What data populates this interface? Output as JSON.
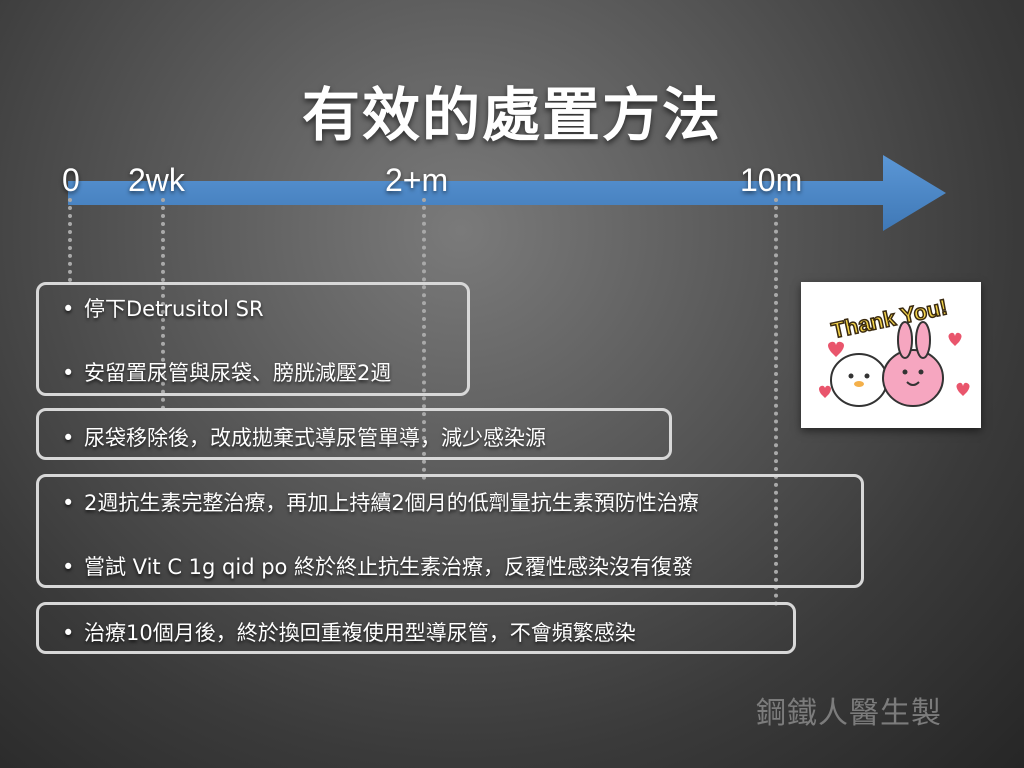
{
  "title": "有效的處置方法",
  "timeline": {
    "ticks": [
      "0",
      "2wk",
      "2+m",
      "10m"
    ],
    "arrow_color": "#4a86c5"
  },
  "boxes": [
    {
      "items": [
        "停下Detrusitol SR",
        "安留置尿管與尿袋、膀胱減壓2週"
      ]
    },
    {
      "items": [
        "尿袋移除後，改成拋棄式導尿管單導，減少感染源"
      ]
    },
    {
      "items": [
        "2週抗生素完整治療，再加上持續2個月的低劑量抗生素預防性治療",
        "嘗試 Vit C 1g qid po 終於終止抗生素治療，反覆性感染沒有復發"
      ]
    },
    {
      "items": [
        "治療10個月後，終於換回重複使用型導尿管，不會頻繁感染"
      ]
    }
  ],
  "bullet_symbol": "•",
  "sticker": {
    "text": "Thank You!"
  },
  "watermark": "鋼鐵人醫生製"
}
